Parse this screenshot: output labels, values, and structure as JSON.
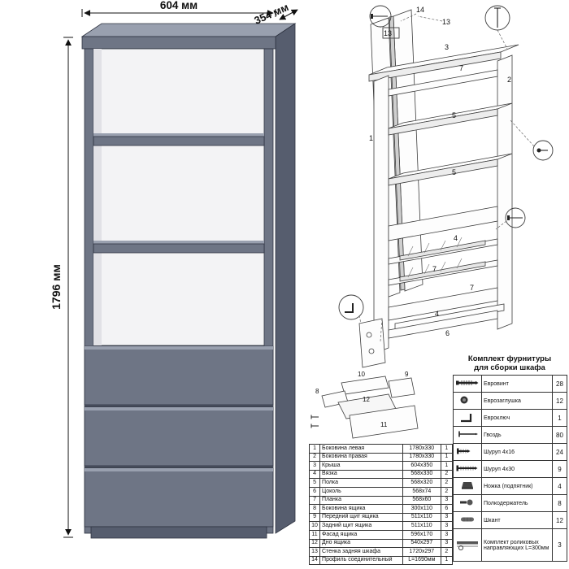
{
  "dimensions": {
    "width": "604 мм",
    "depth": "354 мм",
    "height": "1796 мм"
  },
  "colors": {
    "cabinet": "#6e7585",
    "cabinet_dark": "#565d6e",
    "cabinet_light": "#99a0af",
    "interior": "#f3f3f5",
    "gap": "#454b5a",
    "line": "#2e3340"
  },
  "exploded_labels": [
    "14",
    "13",
    "13",
    "3",
    "7",
    "2",
    "5",
    "5",
    "1",
    "4",
    "7",
    "7",
    "4",
    "6"
  ],
  "drawer_labels": [
    "10",
    "8",
    "12",
    "9",
    "11"
  ],
  "parts_table": {
    "rows": [
      {
        "num": "1",
        "name": "Боковина левая",
        "size": "1780x330",
        "qty": "1"
      },
      {
        "num": "2",
        "name": "Боковина правая",
        "size": "1780x330",
        "qty": "1"
      },
      {
        "num": "3",
        "name": "Крыша",
        "size": "604x350",
        "qty": "1"
      },
      {
        "num": "4",
        "name": "Вязка",
        "size": "568x330",
        "qty": "2"
      },
      {
        "num": "5",
        "name": "Полка",
        "size": "568x320",
        "qty": "2"
      },
      {
        "num": "6",
        "name": "Цоколь",
        "size": "568x74",
        "qty": "2"
      },
      {
        "num": "7",
        "name": "Планка",
        "size": "568x60",
        "qty": "3"
      },
      {
        "num": "8",
        "name": "Боковина ящика",
        "size": "300x110",
        "qty": "6"
      },
      {
        "num": "9",
        "name": "Передний щит ящика",
        "size": "511x110",
        "qty": "3"
      },
      {
        "num": "10",
        "name": "Задний щит ящика",
        "size": "511x110",
        "qty": "3"
      },
      {
        "num": "11",
        "name": "Фасад ящика",
        "size": "596x170",
        "qty": "3"
      },
      {
        "num": "12",
        "name": "Дно ящика",
        "size": "540x297",
        "qty": "3"
      },
      {
        "num": "13",
        "name": "Стенка задняя шкафа",
        "size": "1720x297",
        "qty": "2"
      },
      {
        "num": "14",
        "name": "Профиль соединительный",
        "size": "L=1690мм",
        "qty": "1"
      }
    ]
  },
  "hardware": {
    "title_line1": "Комплект фурнитуры",
    "title_line2": "для сборки шкафа",
    "items": [
      {
        "icon": "confirmat-screw",
        "name": "Евровинт",
        "qty": "28"
      },
      {
        "icon": "euro-cap",
        "name": "Еврозаглушка",
        "qty": "12"
      },
      {
        "icon": "hex-key",
        "name": "Евроключ",
        "qty": "1"
      },
      {
        "icon": "nail",
        "name": "Гвоздь",
        "qty": "80"
      },
      {
        "icon": "screw-4x16",
        "name": "Шуруп 4x16",
        "qty": "24"
      },
      {
        "icon": "screw-4x30",
        "name": "Шуруп 4x30",
        "qty": "9"
      },
      {
        "icon": "foot-glide",
        "name": "Ножка (подпятник)",
        "qty": "4"
      },
      {
        "icon": "shelf-pin",
        "name": "Полкодержатель",
        "qty": "8"
      },
      {
        "icon": "wood-dowel",
        "name": "Шкант",
        "qty": "12"
      },
      {
        "icon": "roller-slide",
        "name": "Комплект роликовых направляющих L=300мм",
        "qty": "3"
      }
    ]
  }
}
